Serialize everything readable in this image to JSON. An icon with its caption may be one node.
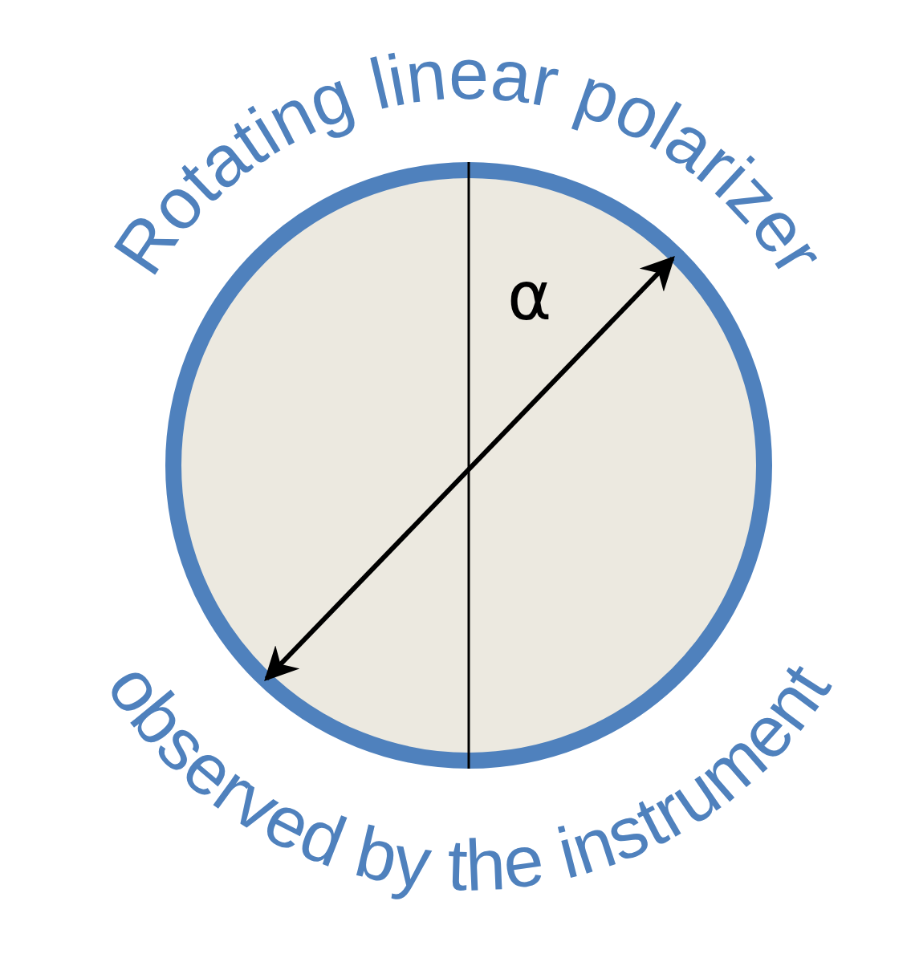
{
  "diagram": {
    "labels": [
      "Rotating linear polarizer",
      "α",
      "observed by the instrument"
    ]
  }
}
